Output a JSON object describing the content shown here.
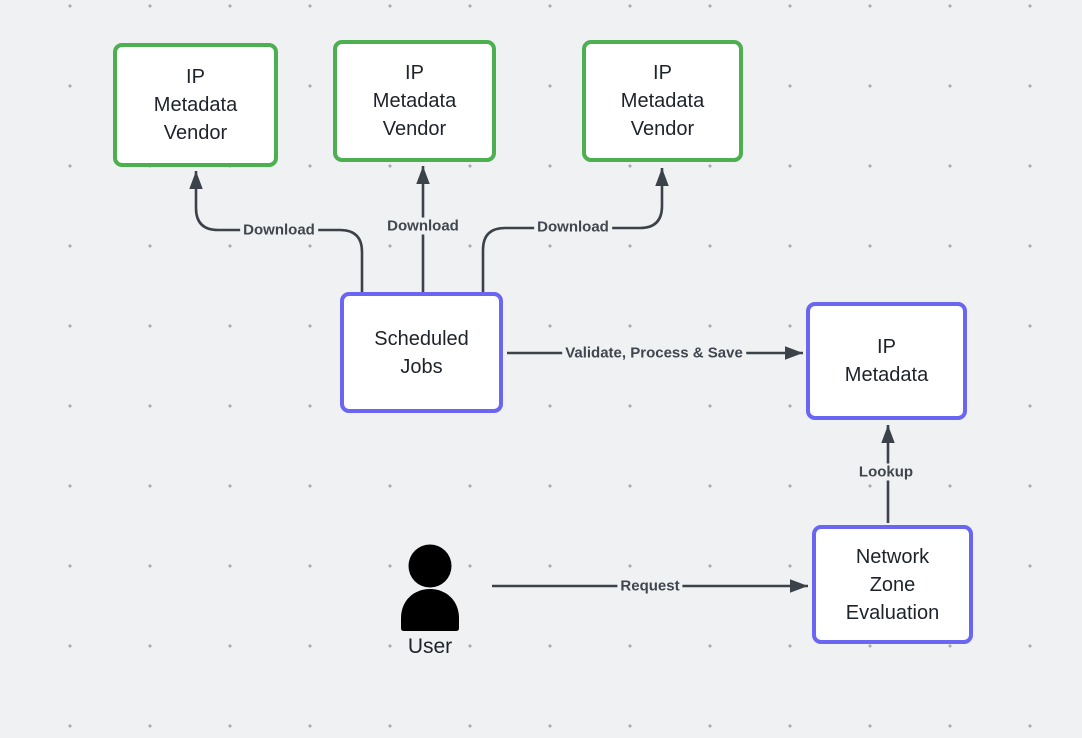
{
  "colors": {
    "vendor_border": "#4caf50",
    "service_border": "#6b66f2",
    "edge_line": "#3b4249",
    "edge_label_text": "#3f464e",
    "node_text": "#1d222b",
    "background": "#f0f1f3",
    "grid_dot": "#a9adb3",
    "actor_fill": "#000000"
  },
  "nodes": {
    "vendor_1": {
      "label": "IP\nMetadata\nVendor",
      "kind": "vendor"
    },
    "vendor_2": {
      "label": "IP\nMetadata\nVendor",
      "kind": "vendor"
    },
    "vendor_3": {
      "label": "IP\nMetadata\nVendor",
      "kind": "vendor"
    },
    "scheduled_jobs": {
      "label": "Scheduled\nJobs",
      "kind": "service"
    },
    "ip_metadata": {
      "label": "IP\nMetadata",
      "kind": "service"
    },
    "network_zone_evaluation": {
      "label": "Network\nZone\nEvaluation",
      "kind": "service"
    },
    "user": {
      "label": "User",
      "icon": "person-icon",
      "kind": "actor"
    }
  },
  "edges": {
    "download_1": {
      "label": "Download",
      "from": "scheduled_jobs",
      "to": "vendor_1"
    },
    "download_2": {
      "label": "Download",
      "from": "scheduled_jobs",
      "to": "vendor_2"
    },
    "download_3": {
      "label": "Download",
      "from": "scheduled_jobs",
      "to": "vendor_3"
    },
    "validate_process_save": {
      "label": "Validate, Process & Save",
      "from": "scheduled_jobs",
      "to": "ip_metadata"
    },
    "lookup": {
      "label": "Lookup",
      "from": "network_zone_evaluation",
      "to": "ip_metadata"
    },
    "request": {
      "label": "Request",
      "from": "user",
      "to": "network_zone_evaluation"
    }
  }
}
